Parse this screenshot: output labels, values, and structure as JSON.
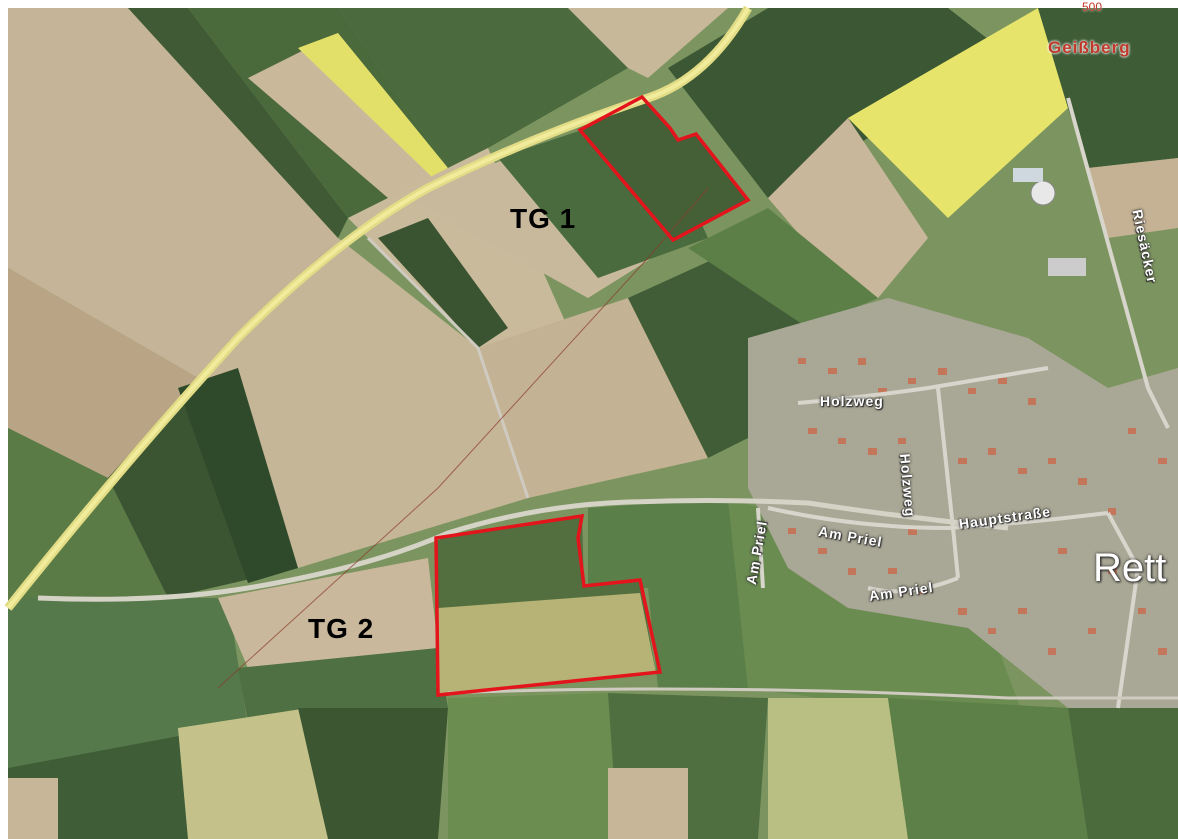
{
  "map": {
    "plots": [
      {
        "id": "tg1",
        "label": "TG 1"
      },
      {
        "id": "tg2",
        "label": "TG 2"
      }
    ],
    "streets": {
      "holzweg_h": "Holzweg",
      "holzweg_v": "Holzweg",
      "riesaecker": "Riesäcker",
      "hauptstrasse": "Hauptstraße",
      "am_priel_1": "Am Priel",
      "am_priel_2": "Am Priel",
      "am_priel_3": "Am Priel"
    },
    "town": "Rett",
    "peak": {
      "name": "Geißberg",
      "elevation": "500"
    },
    "colors": {
      "boundary": "#e3141b",
      "field_dark": "#3e5a32",
      "field_tan": "#bfae8e",
      "rapeseed": "#e6e46a",
      "road": "#e8e39a"
    }
  }
}
